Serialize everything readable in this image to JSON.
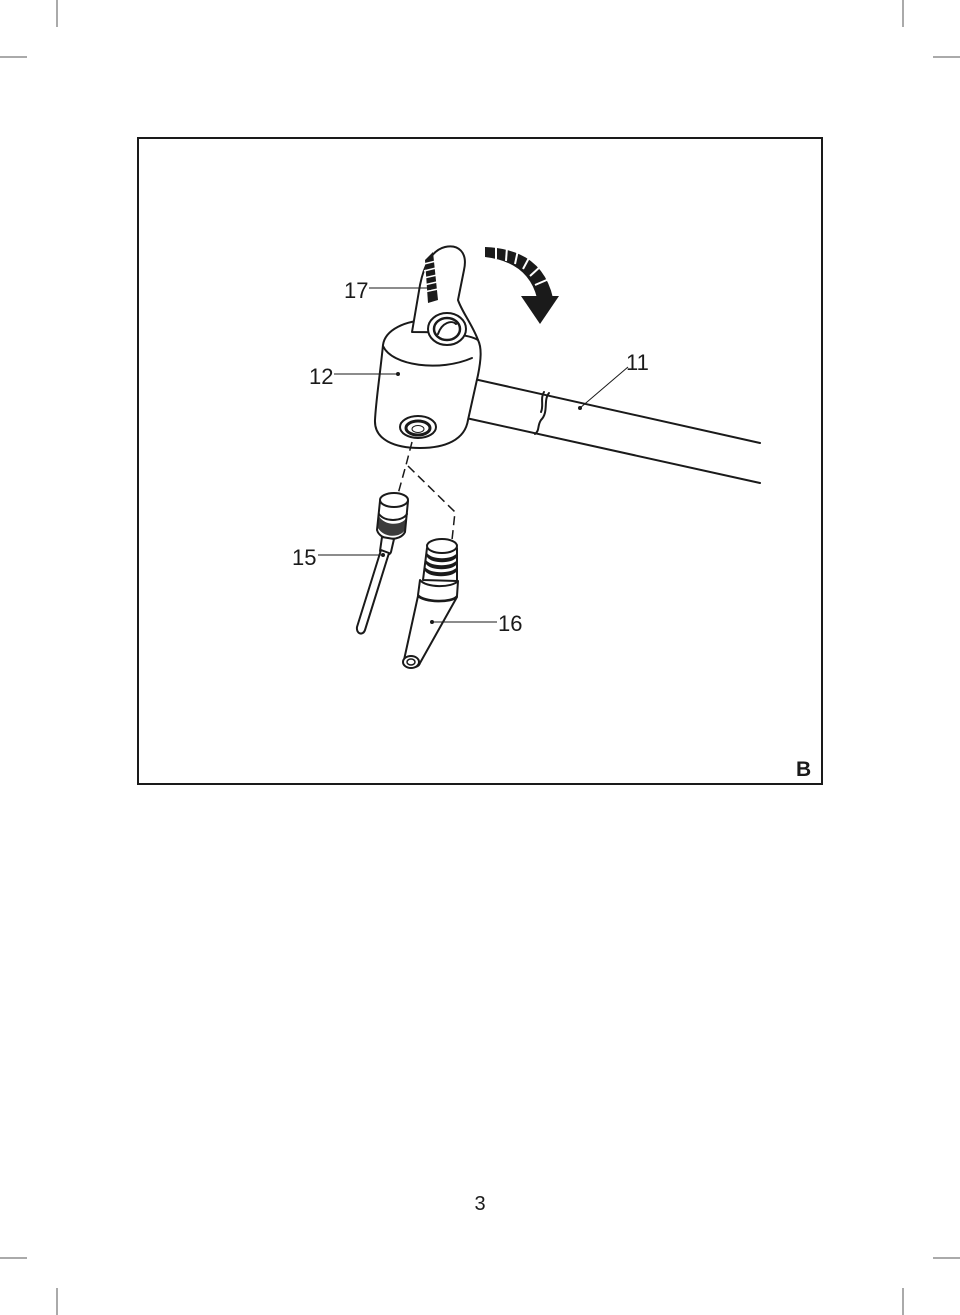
{
  "figure": {
    "label": "B",
    "callouts": [
      "17",
      "12",
      "11",
      "15",
      "16"
    ]
  },
  "page": {
    "number": "3"
  },
  "colors": {
    "ink": "#1a1a1a",
    "paper": "#ffffff"
  }
}
